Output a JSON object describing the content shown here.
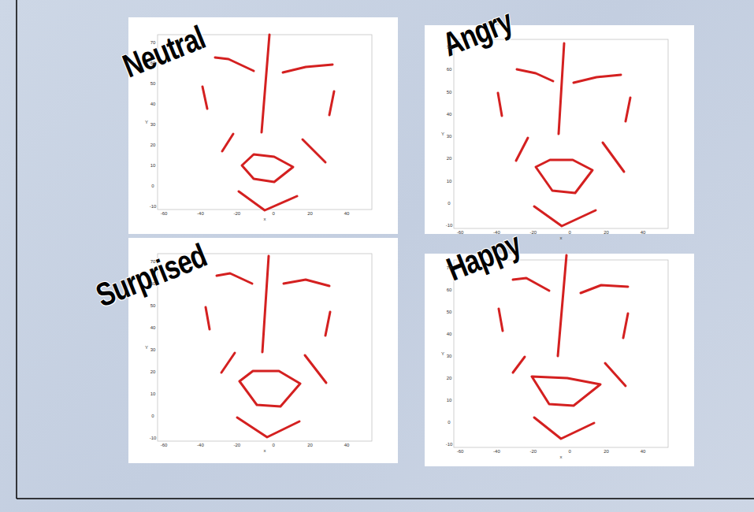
{
  "diagram": {
    "labels": [
      "Neutral",
      "-60",
      "-40",
      "-20",
      "0",
      "20",
      "40",
      "x",
      "70",
      "60",
      "50",
      "40",
      "30",
      "20",
      "10",
      "0",
      "-10",
      "Y",
      "Angry",
      "-60",
      "-40",
      "-20",
      "0",
      "20",
      "40",
      "x",
      "70",
      "60",
      "50",
      "40",
      "30",
      "20",
      "10",
      "0",
      "-10",
      "Y",
      "Surprised",
      "-60",
      "-40",
      "-20",
      "0",
      "20",
      "40",
      "x",
      "70",
      "60",
      "50",
      "40",
      "30",
      "20",
      "10",
      "0",
      "-10",
      "Y",
      "Happy",
      "-60",
      "-40",
      "-20",
      "0",
      "20",
      "40",
      "x",
      "70",
      "60",
      "50",
      "40",
      "30",
      "20",
      "10",
      "0",
      "-10",
      "Y"
    ]
  }
}
